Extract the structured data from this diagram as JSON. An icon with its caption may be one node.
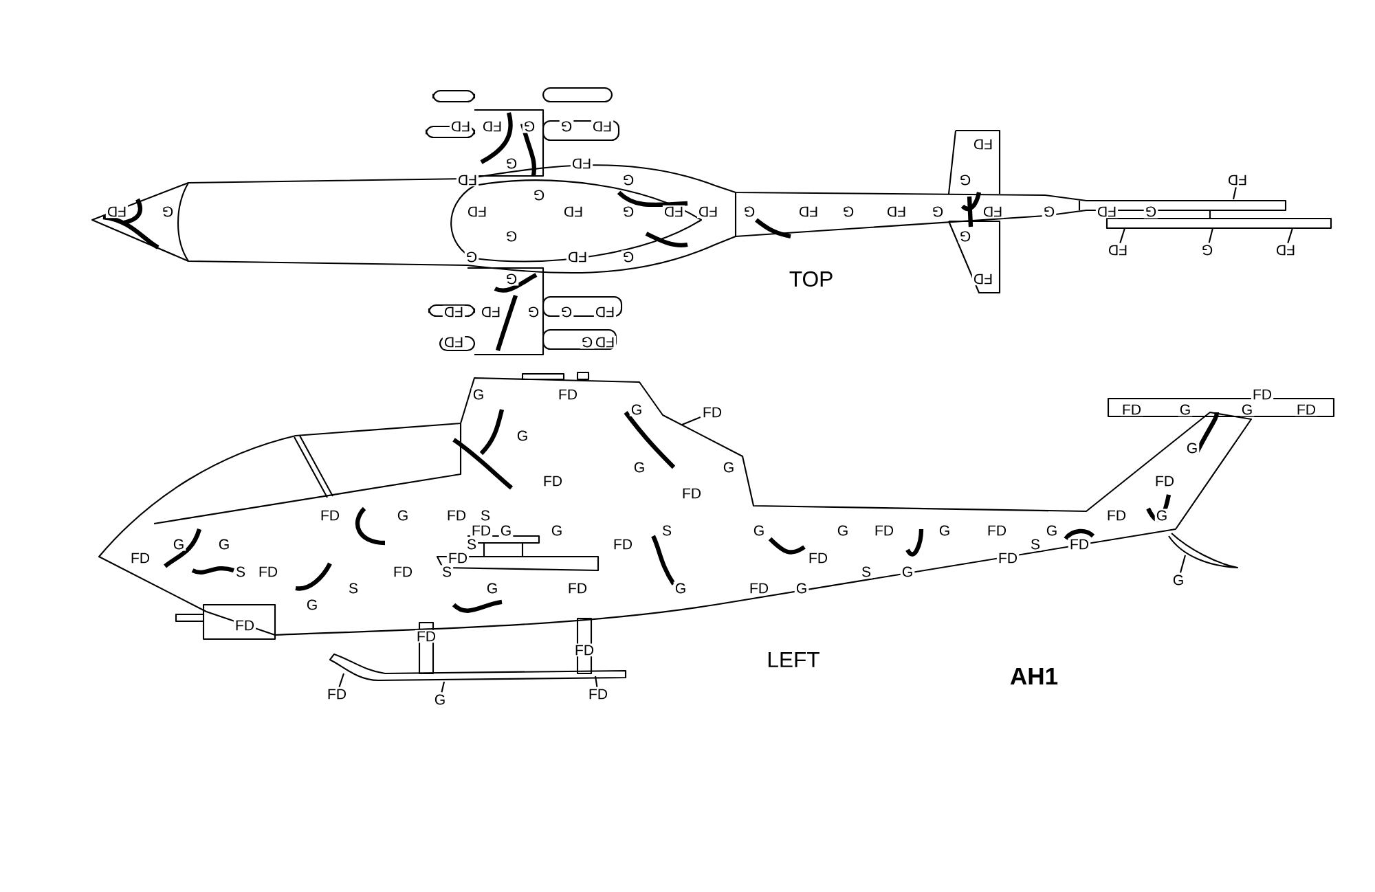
{
  "diagram": {
    "nodes": [
      {
        "text": [
          "FD"
        ]
      },
      {
        "text": [
          "FD"
        ]
      },
      {
        "text": [
          "G"
        ]
      },
      {
        "text": [
          "FD"
        ]
      },
      {
        "text": [
          "FD"
        ]
      },
      {
        "text": [
          "G"
        ]
      },
      {
        "text": [
          "FD"
        ]
      },
      {
        "text": [
          "G"
        ]
      },
      {
        "text": [
          "FD"
        ]
      }
    ],
    "edges": [
      {
        "from": 0,
        "to": null,
        "arrow": "none"
      },
      {
        "from": 1,
        "to": null,
        "arrow": "none"
      },
      {
        "from": 2,
        "to": null,
        "arrow": "none"
      },
      {
        "from": 3,
        "to": null,
        "arrow": "none"
      },
      {
        "from": 4,
        "to": null,
        "arrow": "none"
      },
      {
        "from": 5,
        "to": null,
        "arrow": "none"
      },
      {
        "from": 6,
        "to": null,
        "arrow": "none"
      },
      {
        "from": 7,
        "to": null,
        "arrow": "none"
      },
      {
        "from": 8,
        "to": null,
        "arrow": "none"
      }
    ],
    "labels": [
      "FD",
      "FD",
      "G",
      "G",
      "FD",
      "FD",
      "G",
      "FD",
      "FD",
      "G",
      "G",
      "G",
      "FD",
      "G",
      "FD",
      "FD",
      "G",
      "FD",
      "FD",
      "G",
      "FD",
      "G",
      "FD",
      "G",
      "FD",
      "G",
      "FD",
      "G",
      "G",
      "G",
      "G",
      "FD",
      "G",
      "G",
      "TOP",
      "FD",
      "FD",
      "FD",
      "G",
      "G",
      "FD",
      "FD",
      "G",
      "FD",
      "G",
      "FD",
      "FD",
      "G",
      "FD",
      "G",
      "G",
      "FD",
      "G",
      "G",
      "G",
      "G",
      "FD",
      "FD",
      "FD",
      "FD",
      "G",
      "FD",
      "S",
      "FD",
      "G",
      "FD",
      "G",
      "G",
      "S",
      "G",
      "G",
      "FD",
      "G",
      "FD",
      "G",
      "G",
      "G",
      "S",
      "FD",
      "S",
      "FD",
      "FD",
      "FD",
      "FD",
      "FD",
      "S",
      "FD",
      "FD",
      "S",
      "S",
      "G",
      "S",
      "G",
      "FD",
      "G",
      "FD",
      "G",
      "G",
      "FD",
      "FD",
      "FD",
      "LEFT",
      "AH1"
    ]
  }
}
